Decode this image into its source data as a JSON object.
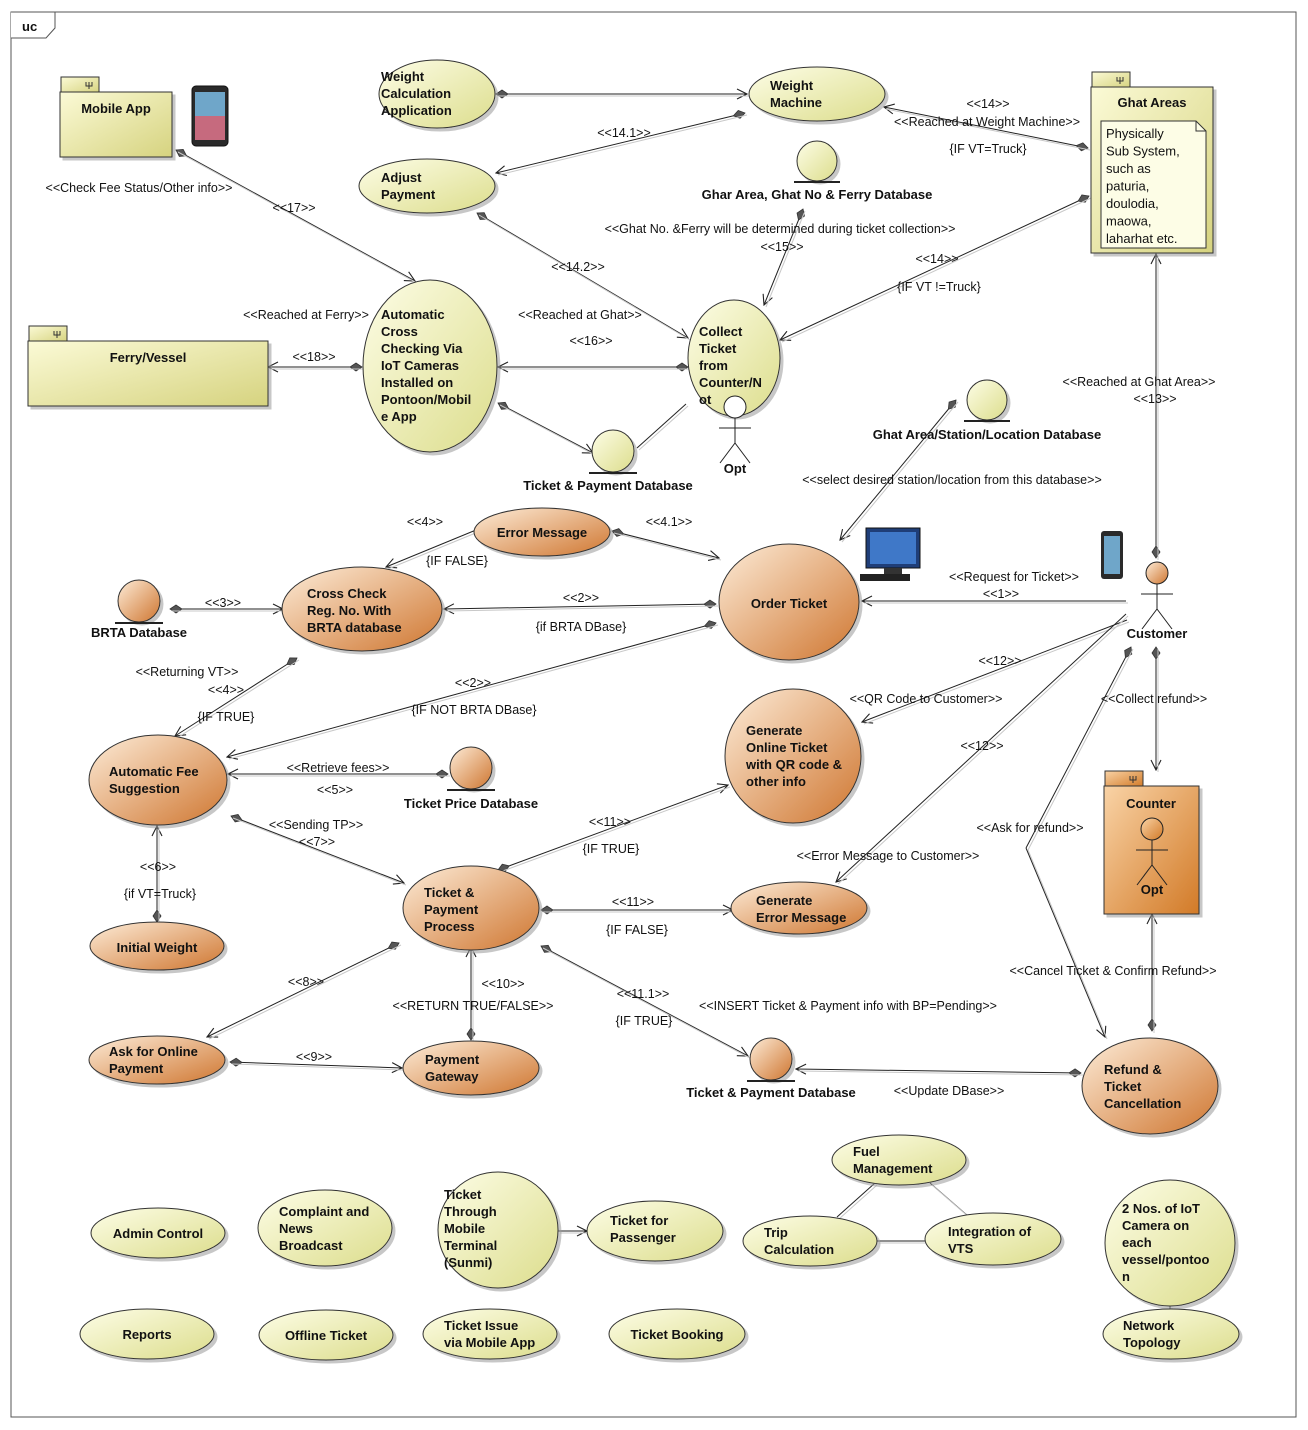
{
  "frame_label": "uc",
  "colors": {
    "yellow_light": "#fafbd6",
    "yellow_dark": "#e3e49a",
    "orange_light": "#fde7cf",
    "orange_dark": "#d07b34",
    "package_light": "#f8f7c8",
    "package_dark": "#d9d68a",
    "counter_light": "#f6c58f",
    "counter_dark": "#d47f2e"
  },
  "packages": {
    "mobile_app": "Mobile App",
    "ferry": "Ferry/Vessel",
    "ghat_areas": "Ghat Areas",
    "counter": "Counter"
  },
  "note_ghat": [
    "Physically",
    "Sub System,",
    "such as",
    "paturia,",
    "doulodia,",
    "maowa,",
    "laharhat etc."
  ],
  "use_cases": {
    "weight_calc": [
      "Weight",
      "Calculation",
      "Application"
    ],
    "weight_machine": [
      "Weight",
      "Machine"
    ],
    "adjust_payment": [
      "Adjust",
      "Payment"
    ],
    "auto_cross": [
      "Automatic",
      "Cross",
      "Checking Via",
      "IoT Cameras",
      "Installed on",
      "Pontoon/Mobil",
      "e App"
    ],
    "collect_ticket": [
      "Collect",
      "Ticket",
      "from",
      "Counter/N",
      "ot"
    ],
    "error_message": [
      "Error Message"
    ],
    "cross_check": [
      "Cross Check",
      "Reg. No. With",
      "BRTA database"
    ],
    "order_ticket": [
      "Order Ticket"
    ],
    "auto_fee": [
      "Automatic Fee",
      "Suggestion"
    ],
    "generate_online": [
      "Generate",
      "Online Ticket",
      "with QR code &",
      "other info"
    ],
    "ticket_payment": [
      "Ticket &",
      "Payment",
      "Process"
    ],
    "generate_error": [
      "Generate",
      "Error Message"
    ],
    "initial_weight": [
      "Initial Weight"
    ],
    "ask_online": [
      "Ask for Online",
      "Payment"
    ],
    "payment_gateway": [
      "Payment",
      "Gateway"
    ],
    "refund": [
      "Refund &",
      "Ticket",
      "Cancellation"
    ],
    "admin_control": [
      "Admin Control"
    ],
    "complaint": [
      "Complaint and",
      "News",
      "Broadcast"
    ],
    "ticket_mobile_terminal": [
      "Ticket",
      "Through",
      "Mobile",
      "Terminal",
      "(Sunmi)"
    ],
    "ticket_passenger": [
      "Ticket for",
      "Passenger"
    ],
    "fuel": [
      "Fuel",
      "Management"
    ],
    "trip": [
      "Trip",
      "Calculation"
    ],
    "vts": [
      "Integration of",
      "VTS"
    ],
    "iot_camera": [
      "2 Nos. of IoT",
      "Camera on",
      "each",
      "vessel/pontoo",
      "n"
    ],
    "network": [
      "Network",
      "Topology"
    ],
    "reports": [
      "Reports"
    ],
    "offline": [
      "Offline Ticket"
    ],
    "ticket_issue_app": [
      "Ticket Issue",
      "via Mobile App"
    ],
    "ticket_booking": [
      "Ticket Booking"
    ]
  },
  "entities": {
    "ghat_ferry_db": "Ghar Area, Ghat No & Ferry Database",
    "ticket_db_top": "Ticket & Payment Database",
    "ghat_station_db": "Ghat Area/Station/Location Database",
    "brta_db": "BRTA Database",
    "ticket_price_db": "Ticket Price Database",
    "ticket_db_bottom": "Ticket & Payment Database"
  },
  "actors": {
    "opt_top": "Opt",
    "customer": "Customer",
    "opt_counter": "Opt"
  },
  "edge_labels": {
    "e14_top": "<<14>>",
    "reached_weight": "<<Reached at Weight Machine>>",
    "if_vt_truck": "{IF VT=Truck}",
    "e14_1": "<<14.1>>",
    "check_fee": "<<Check Fee Status/Other info>>",
    "e17": "<<17>>",
    "ghat_no_ferry": "<<Ghat No. &Ferry will be determined during ticket  collection>>",
    "e15": "<<15>>",
    "e14_2": "<<14.2>>",
    "e14_mid": "<<14>>",
    "if_vt_not_truck": "{IF VT !=Truck}",
    "reached_ferry": "<<Reached at Ferry>>",
    "reached_ghat": "<<Reached at Ghat>>",
    "e18": "<<18>>",
    "e16": "<<16>>",
    "reached_ghat_area": "<<Reached at Ghat Area>>",
    "e13": "<<13>>",
    "select_station": "<<select desired station/location from this database>>",
    "e4_top": "<<4>>",
    "e4_1": "<<4.1>>",
    "if_false_top": "{IF FALSE}",
    "e3": "<<3>>",
    "e2_top": "<<2>>",
    "if_brta": "{if BRTA DBase}",
    "request_ticket": "<<Request for Ticket>>",
    "e1": "<<1>>",
    "returning_vt": "<<Returning VT>>",
    "e4_mid": "<<4>>",
    "if_true_mid": "{IF TRUE}",
    "e2_mid": "<<2>>",
    "if_not_brta": "{IF NOT BRTA DBase}",
    "e12_top": "<<12>>",
    "qr_code": "<<QR Code to Customer>>",
    "collect_refund": "<<Collect refund>>",
    "retrieve_fees": "<<Retrieve fees>>",
    "e5": "<<5>>",
    "e12_mid": "<<12>>",
    "sending_tp": "<<Sending TP>>",
    "e7": "<<7>>",
    "e11_top": "<<11>>",
    "if_true_11": "{IF TRUE}",
    "ask_refund": "<<Ask for refund>>",
    "error_to_customer": "<<Error Message to Customer>>",
    "e6": "<<6>>",
    "if_vt_truck_low": "{if VT=Truck}",
    "e11_mid": "<<11>>",
    "if_false_11": "{IF FALSE}",
    "cancel_confirm": "<<Cancel Ticket & Confirm Refund>>",
    "e8": "<<8>>",
    "e10": "<<10>>",
    "return_tf": "<<RETURN TRUE/FALSE>>",
    "e11_1": "<<11.1>>",
    "insert_ticket": "<<INSERT Ticket & Payment info with BP=Pending>>",
    "if_true_111": "{IF TRUE}",
    "e9": "<<9>>",
    "update_db": "<<Update DBase>>"
  }
}
